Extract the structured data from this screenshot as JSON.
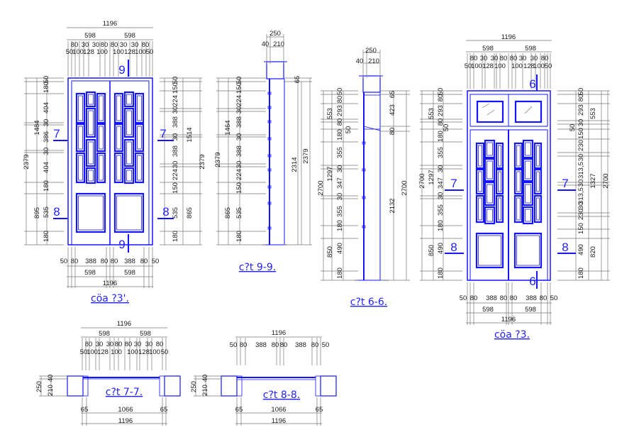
{
  "colors": {
    "line": "#1515ff",
    "dimension": "#777777",
    "text": "#1a1a1a"
  },
  "door_3a": {
    "title": "cöa ?3'.",
    "top": {
      "total": "1196",
      "halves": [
        "598",
        "598"
      ],
      "row1": [
        "80",
        "30",
        "30",
        "80",
        "80",
        "30",
        "30",
        "80"
      ],
      "row2": [
        "50",
        "100",
        "128",
        "100",
        "100",
        "128",
        "100",
        "50"
      ]
    },
    "left": {
      "total": "2379",
      "sub": [
        "1484",
        "895"
      ],
      "segments": [
        "50",
        "180",
        "404",
        "30",
        "386",
        "30",
        "404",
        "180",
        "535",
        "180"
      ]
    },
    "right": {
      "total": "2379",
      "sub": [
        "1514",
        "865"
      ],
      "segments": [
        "50",
        "150",
        "224",
        "30",
        "388",
        "30",
        "388",
        "30",
        "224",
        "150",
        "535",
        "180"
      ]
    },
    "bottom": {
      "row": [
        "50",
        "80",
        "388",
        "80",
        "80",
        "388",
        "80",
        "50"
      ],
      "halves": [
        "598",
        "598"
      ],
      "total": "1196"
    },
    "markers": {
      "top": "9",
      "bottom": "9",
      "left7": "7",
      "right7": "7",
      "left8": "8",
      "right8": "8"
    }
  },
  "section_9": {
    "title": "c?t 9-9.",
    "top": {
      "total": "250",
      "parts": [
        "40",
        "210"
      ]
    },
    "left": {
      "total": "2379",
      "sub": [
        "1464",
        "865"
      ],
      "segments": [
        "50",
        "150",
        "224",
        "30",
        "388",
        "30",
        "388",
        "30",
        "224",
        "150",
        "535",
        "180"
      ]
    },
    "right": {
      "top": "65",
      "mid": "2314",
      "total": "2379"
    }
  },
  "section_6": {
    "title": "c?t 6-6.",
    "top": {
      "total": "250",
      "parts": [
        "40",
        "210"
      ]
    },
    "left": {
      "total": "2700",
      "sub": [
        "553",
        "1297",
        "850"
      ],
      "segments": [
        "50",
        "80",
        "293",
        "80",
        "180",
        "355",
        "30",
        "347",
        "30",
        "355",
        "180",
        "490",
        "180"
      ],
      "extra": "50"
    },
    "right": {
      "a": "65",
      "b": "423",
      "c": "80",
      "mid": "2132",
      "total": "2700"
    }
  },
  "door_3": {
    "title": "cöa ?3.",
    "top": {
      "total": "1196",
      "halves": [
        "598",
        "598"
      ],
      "row1": [
        "80",
        "30",
        "30",
        "80",
        "80",
        "30",
        "30",
        "80"
      ],
      "row2": [
        "50",
        "100",
        "128",
        "100",
        "100",
        "128",
        "100",
        "50"
      ]
    },
    "left": {
      "total": "2700",
      "sub": [
        "553",
        "1297",
        "850"
      ],
      "segments": [
        "50",
        "80",
        "293",
        "80",
        "180",
        "355",
        "30",
        "347",
        "30",
        "355",
        "180",
        "490",
        "180"
      ],
      "extra": "50"
    },
    "right": {
      "sub": [
        "553",
        "1327",
        "820"
      ],
      "total": "2700",
      "segments": [
        "50",
        "80",
        "293",
        "30",
        "150",
        "230",
        "30",
        "313,5",
        "30",
        "313,5",
        "30",
        "230",
        "150",
        "490",
        "180"
      ],
      "extra": "50"
    },
    "bottom": {
      "row": [
        "50",
        "80",
        "388",
        "80",
        "80",
        "388",
        "80",
        "50"
      ],
      "halves": [
        "598",
        "598"
      ],
      "total": "1196"
    },
    "markers": {
      "top": "6",
      "bottom": "6",
      "left7": "7",
      "right7": "7",
      "left8": "8",
      "right8": "8"
    }
  },
  "section_7": {
    "title": "c?t 7-7.",
    "top": {
      "total": "1196",
      "halves": [
        "598",
        "598"
      ],
      "row1": [
        "80",
        "30",
        "30",
        "80",
        "80",
        "30",
        "30",
        "80"
      ],
      "row2": [
        "50",
        "100",
        "128",
        "100",
        "100",
        "128",
        "100",
        "50"
      ]
    },
    "left": {
      "total": "250",
      "parts": [
        "40",
        "210"
      ]
    },
    "bottom": {
      "parts": [
        "65",
        "1066",
        "65"
      ],
      "total": "1196"
    }
  },
  "section_8": {
    "title": "c?t 8-8.",
    "top": {
      "total": "1196",
      "row": [
        "50",
        "80",
        "388",
        "80",
        "80",
        "388",
        "80",
        "50"
      ]
    },
    "left": {
      "total": "250",
      "parts": [
        "40",
        "210"
      ]
    },
    "bottom": {
      "parts": [
        "65",
        "1066",
        "65"
      ],
      "total": "1196"
    }
  }
}
